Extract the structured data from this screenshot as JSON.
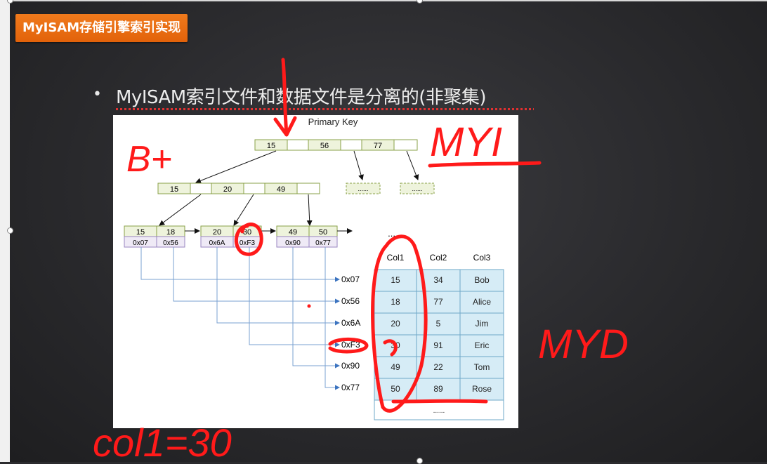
{
  "slide": {
    "title": "MyISAM存储引擎索引实现",
    "bullet": "MyISAM索引文件和数据文件是分离的(非聚集)"
  },
  "figure": {
    "primary_key_label": "Primary Key",
    "root_keys": [
      "15",
      "56",
      "77"
    ],
    "level2_keys": [
      "15",
      "20",
      "49"
    ],
    "placeholder": "......",
    "leaves": [
      {
        "keys": [
          "15",
          "18"
        ],
        "ptrs": [
          "0x07",
          "0x56"
        ]
      },
      {
        "keys": [
          "20",
          "30"
        ],
        "ptrs": [
          "0x6A",
          "0xF3"
        ]
      },
      {
        "keys": [
          "49",
          "50"
        ],
        "ptrs": [
          "0x90",
          "0x77"
        ]
      }
    ],
    "leaf_more": "......",
    "addresses": [
      "0x07",
      "0x56",
      "0x6A",
      "0xF3",
      "0x90",
      "0x77"
    ],
    "table": {
      "headers": [
        "Col1",
        "Col2",
        "Col3"
      ],
      "rows": [
        [
          "15",
          "34",
          "Bob"
        ],
        [
          "18",
          "77",
          "Alice"
        ],
        [
          "20",
          "5",
          "Jim"
        ],
        [
          "30",
          "91",
          "Eric"
        ],
        [
          "49",
          "22",
          "Tom"
        ],
        [
          "50",
          "89",
          "Rose"
        ]
      ],
      "more": "......"
    }
  },
  "annotations": {
    "b_plus": "B+",
    "myi": "MYI",
    "myd": "MYD",
    "query": "col1=30"
  },
  "colors": {
    "title_badge": "#e8680f",
    "ink": "#ff1a1a",
    "node_fill": "#eef3dc",
    "node_border": "#8aa048",
    "ptr_fill": "#efeaf6",
    "table_fill": "#d6ecf6",
    "table_border": "#6fa8c8",
    "arrow_line": "#7aa0d0"
  }
}
